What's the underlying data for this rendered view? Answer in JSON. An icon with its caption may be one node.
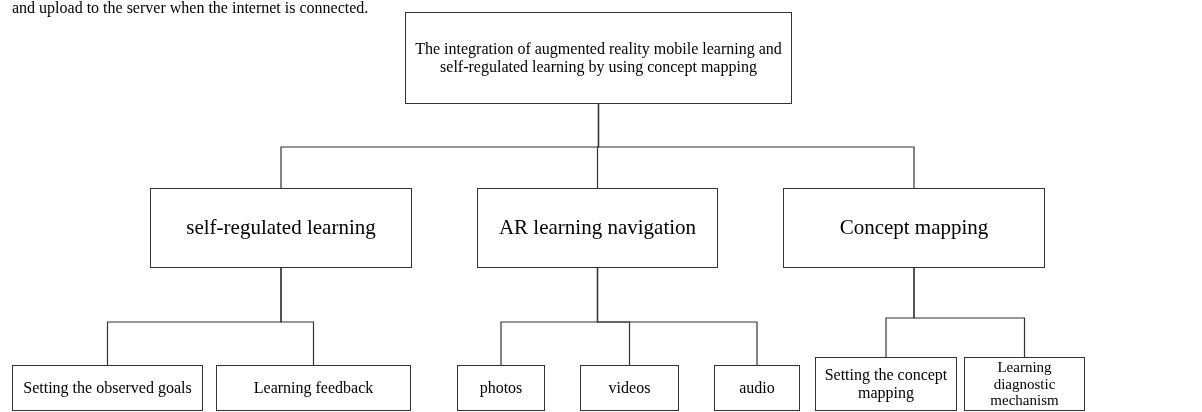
{
  "diagram": {
    "nodes": [
      {
        "text": [
          "The integration of augmented reality mobile learning and self-regulated learning by using concept mapping"
        ]
      },
      {
        "text": [
          "self-regulated learning"
        ]
      },
      {
        "text": [
          "AR learning navigation"
        ]
      },
      {
        "text": [
          "Concept mapping"
        ]
      },
      {
        "text": [
          "Setting the observed goals"
        ]
      },
      {
        "text": [
          "Learning feedback"
        ]
      },
      {
        "text": [
          "photos"
        ]
      },
      {
        "text": [
          "videos"
        ]
      },
      {
        "text": [
          "audio"
        ]
      },
      {
        "text": [
          "Setting the concept mapping"
        ]
      },
      {
        "text": [
          "Learning diagnostic mechanism"
        ]
      }
    ],
    "edges": [
      {
        "from": 0,
        "to": 1,
        "arrow": "none"
      },
      {
        "from": 0,
        "to": 2,
        "arrow": "none"
      },
      {
        "from": 0,
        "to": 3,
        "arrow": "none"
      },
      {
        "from": 1,
        "to": 4,
        "arrow": "none"
      },
      {
        "from": 1,
        "to": 5,
        "arrow": "none"
      },
      {
        "from": 2,
        "to": 6,
        "arrow": "none"
      },
      {
        "from": 2,
        "to": 7,
        "arrow": "none"
      },
      {
        "from": 2,
        "to": 8,
        "arrow": "none"
      },
      {
        "from": 3,
        "to": 9,
        "arrow": "none"
      },
      {
        "from": 3,
        "to": 10,
        "arrow": "none"
      }
    ],
    "labels": [
      "and upload to the server when the internet is connected."
    ]
  }
}
